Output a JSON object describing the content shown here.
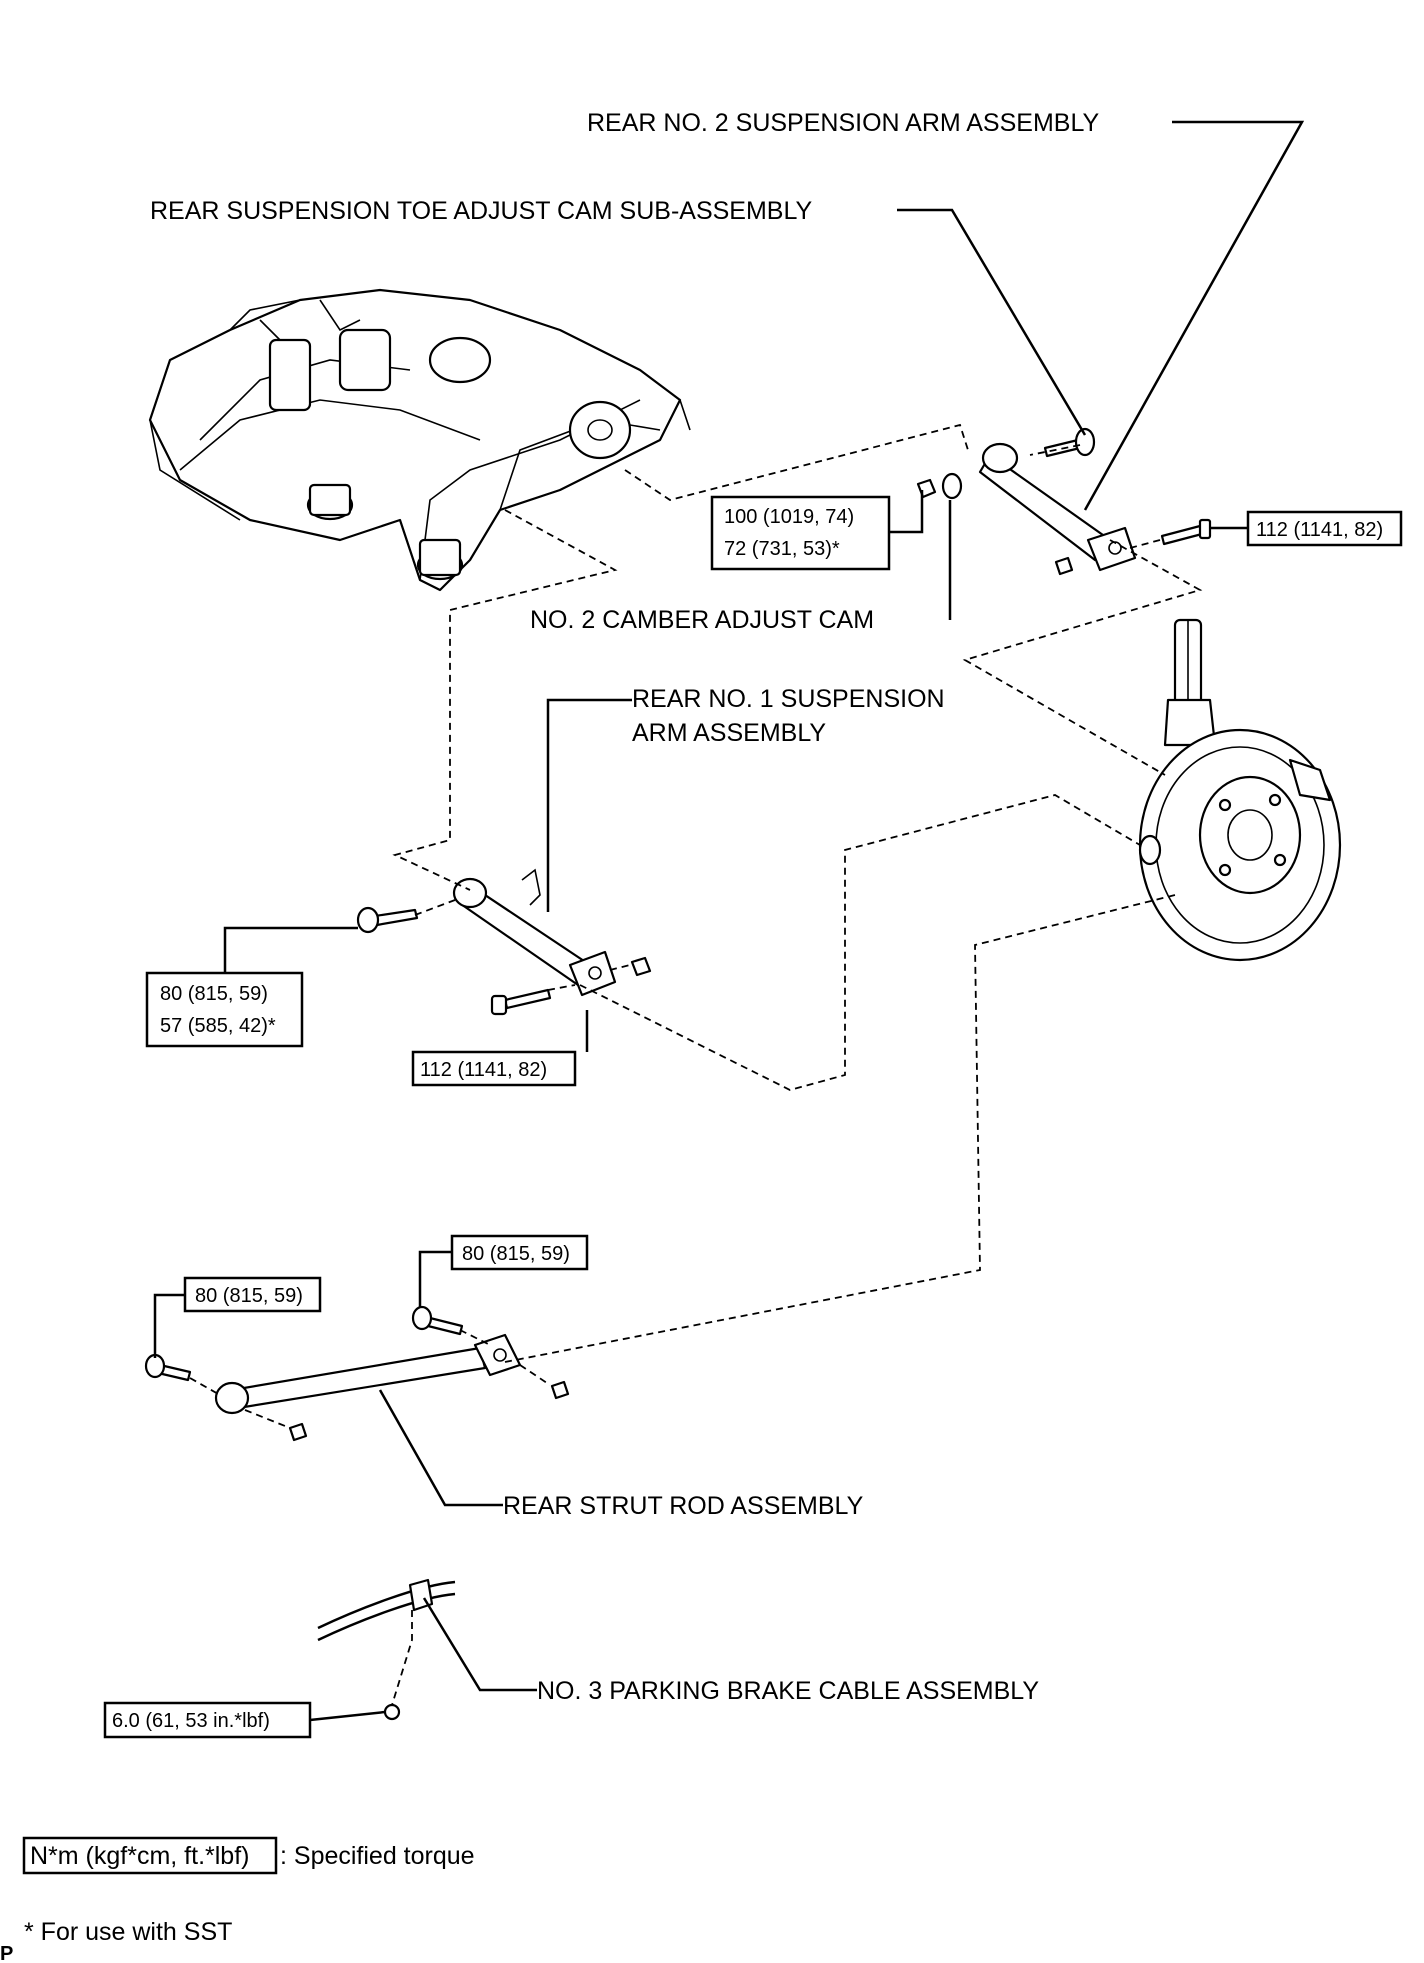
{
  "labels": {
    "rear_no2_arm": "REAR NO. 2 SUSPENSION ARM ASSEMBLY",
    "toe_cam": "REAR SUSPENSION TOE ADJUST CAM SUB-ASSEMBLY",
    "camber_cam": "NO. 2 CAMBER ADJUST CAM",
    "rear_no1_arm_line1": "REAR NO. 1 SUSPENSION",
    "rear_no1_arm_line2": "ARM ASSEMBLY",
    "strut_rod": "REAR STRUT ROD ASSEMBLY",
    "parking_cable": "NO. 3 PARKING BRAKE CABLE ASSEMBLY"
  },
  "torques": {
    "no2_arm_nut_line1": "100 (1019, 74)",
    "no2_arm_nut_line2": "72 (731, 53)*",
    "no2_arm_bolt": "112 (1141, 82)",
    "no1_arm_bolt_line1": "80 (815, 59)",
    "no1_arm_bolt_line2": "57 (585, 42)*",
    "no1_arm_lower_bolt": "112 (1141, 82)",
    "strut_upper_bolt": "80 (815, 59)",
    "strut_left_bolt": "80 (815, 59)",
    "cable_bolt": "6.0 (61, 53 in.*lbf)"
  },
  "legend": {
    "unit_box": "N*m (kgf*cm, ft.*lbf)",
    "unit_desc": ": Specified torque",
    "sst_note": "* For use with SST",
    "corner_mark": "P"
  }
}
